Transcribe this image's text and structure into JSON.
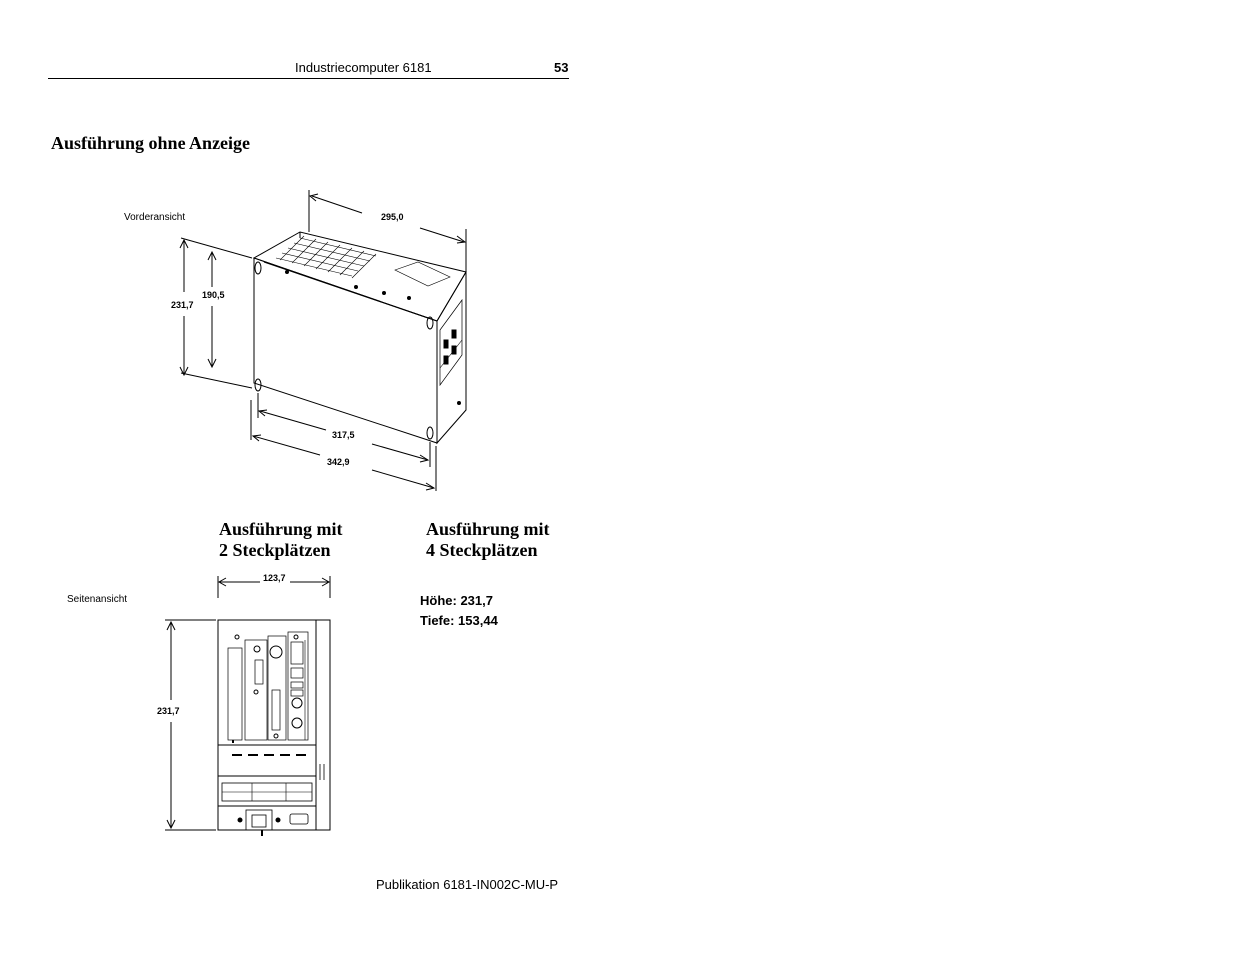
{
  "header": {
    "title": "Industriecomputer 6181",
    "page_number": "53"
  },
  "section": {
    "title": "Ausführung ohne Anzeige"
  },
  "front_view": {
    "label": "Vorderansicht",
    "dims": {
      "depth": "295,0",
      "height_outer": "231,7",
      "height_inner": "190,5",
      "width_inner": "317,5",
      "width_outer": "342,9"
    }
  },
  "variants": {
    "two_slot": {
      "line1": "Ausführung mit",
      "line2": "2 Steckplätzen"
    },
    "four_slot": {
      "line1": "Ausführung mit",
      "line2": "4 Steckplätzen"
    }
  },
  "side_view": {
    "label": "Seitenansicht",
    "dims": {
      "width": "123,7",
      "height": "231,7"
    }
  },
  "specs": {
    "height": "Höhe:  231,7",
    "depth": "Tiefe:  153,44"
  },
  "footer": {
    "publication": "Publikation 6181-IN002C-MU-P"
  }
}
